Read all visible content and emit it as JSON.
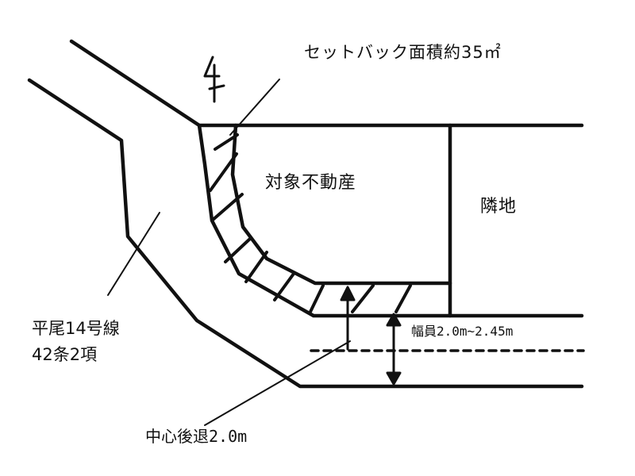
{
  "diagram": {
    "setback_area_label": "セットバック面積約35㎡",
    "subject_property_label": "対象不動産",
    "neighbor_label": "隣地",
    "road_width_label": "幅員2.0m~2.45m",
    "road_name_label": "平尾14号線",
    "road_article_label": "42条2項",
    "center_setback_label": "中心後退2.0m",
    "line_color": "#111111",
    "background_color": "#ffffff"
  }
}
